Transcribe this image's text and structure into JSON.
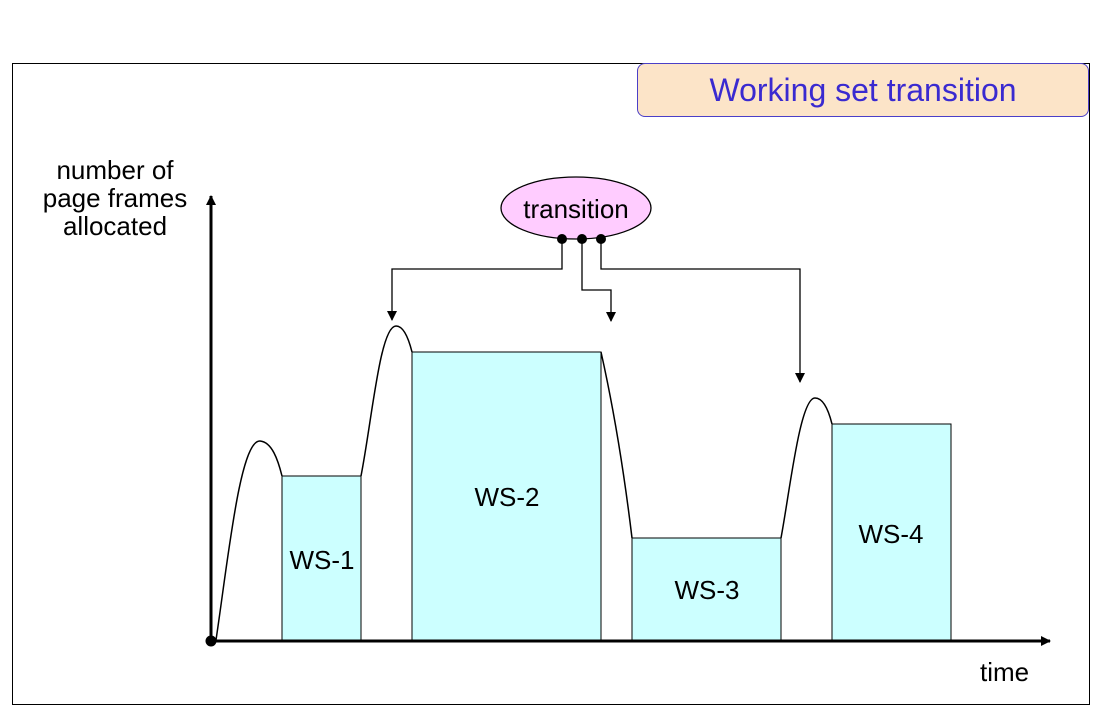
{
  "title": "Working set transition",
  "y_axis_label": [
    "number of",
    "page frames",
    "allocated"
  ],
  "x_axis_label": "time",
  "transition_label": "transition",
  "working_sets": [
    {
      "label": "WS-1"
    },
    {
      "label": "WS-2"
    },
    {
      "label": "WS-3"
    },
    {
      "label": "WS-4"
    }
  ],
  "colors": {
    "block_fill": "#ccffff",
    "title_fill": "#fce4c8",
    "title_text": "#3a2ad0",
    "bubble_fill": "#ffccff"
  }
}
